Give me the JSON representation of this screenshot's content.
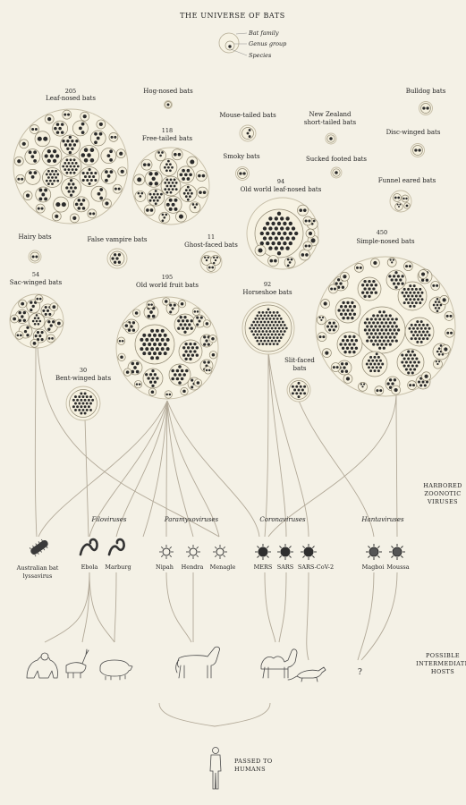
{
  "title": "THE UNIVERSE OF BATS",
  "legend": {
    "family": "Bat family",
    "genus": "Genus group",
    "species": "Species"
  },
  "families": [
    {
      "id": "leaf-nosed",
      "name": "Leaf-nosed bats",
      "count": "205"
    },
    {
      "id": "hog-nosed",
      "name": "Hog-nosed bats",
      "count": ""
    },
    {
      "id": "free-tailed",
      "name": "Free-tailed bats",
      "count": "118"
    },
    {
      "id": "mouse-tailed",
      "name": "Mouse-tailed bats",
      "count": ""
    },
    {
      "id": "new-zealand",
      "name": "New Zealand short-tailed bats",
      "count": ""
    },
    {
      "id": "bulldog",
      "name": "Bulldog bats",
      "count": ""
    },
    {
      "id": "disc-winged",
      "name": "Disc-winged bats",
      "count": ""
    },
    {
      "id": "smoky",
      "name": "Smoky bats",
      "count": ""
    },
    {
      "id": "sucker-footed",
      "name": "Sucked footed bats",
      "count": ""
    },
    {
      "id": "funnel-eared",
      "name": "Funnel eared bats",
      "count": ""
    },
    {
      "id": "old-world-leaf-nosed",
      "name": "Old world leaf-nosed bats",
      "count": "94"
    },
    {
      "id": "hairy",
      "name": "Hairy bats",
      "count": ""
    },
    {
      "id": "false-vampire",
      "name": "False vampire bats",
      "count": ""
    },
    {
      "id": "ghost-faced",
      "name": "Ghost-faced bats",
      "count": "11"
    },
    {
      "id": "simple-nosed",
      "name": "Simple-nosed bats",
      "count": "450"
    },
    {
      "id": "sac-winged",
      "name": "Sac-winged bats",
      "count": "54"
    },
    {
      "id": "old-world-fruit",
      "name": "Old world fruit bats",
      "count": "195"
    },
    {
      "id": "horseshoe",
      "name": "Horseshoe bats",
      "count": "92"
    },
    {
      "id": "slit-faced",
      "name": "Slit-faced bats",
      "count": ""
    },
    {
      "id": "bent-winged",
      "name": "Bent-winged bats",
      "count": "30"
    }
  ],
  "harbored_label": [
    "HARBORED",
    "ZOONOTIC",
    "VIRUSES"
  ],
  "virus_groups": [
    {
      "id": "filoviruses",
      "name": "Filoviruses"
    },
    {
      "id": "paramyxoviruses",
      "name": "Paramyxoviruses"
    },
    {
      "id": "coronaviruses",
      "name": "Coronaviruses"
    },
    {
      "id": "hantaviruses",
      "name": "Hantaviruses"
    }
  ],
  "viruses": [
    {
      "id": "lyssavirus",
      "name": "Australian bat lyssavirus"
    },
    {
      "id": "ebola",
      "name": "Ebola"
    },
    {
      "id": "marburg",
      "name": "Marburg"
    },
    {
      "id": "nipah",
      "name": "Nipah"
    },
    {
      "id": "hendra",
      "name": "Hendra"
    },
    {
      "id": "menangle",
      "name": "Menagle"
    },
    {
      "id": "mers",
      "name": "MERS"
    },
    {
      "id": "sars",
      "name": "SARS"
    },
    {
      "id": "sars-cov-2",
      "name": "SARS-CoV-2"
    },
    {
      "id": "magboi",
      "name": "Magboi"
    },
    {
      "id": "moussa",
      "name": "Moussa"
    }
  ],
  "intermediate_label": [
    "POSSIBLE",
    "INTERMEDIATE",
    "HOSTS"
  ],
  "unknown_host": "?",
  "humans_label": [
    "PASSED TO",
    "HUMANS"
  ]
}
